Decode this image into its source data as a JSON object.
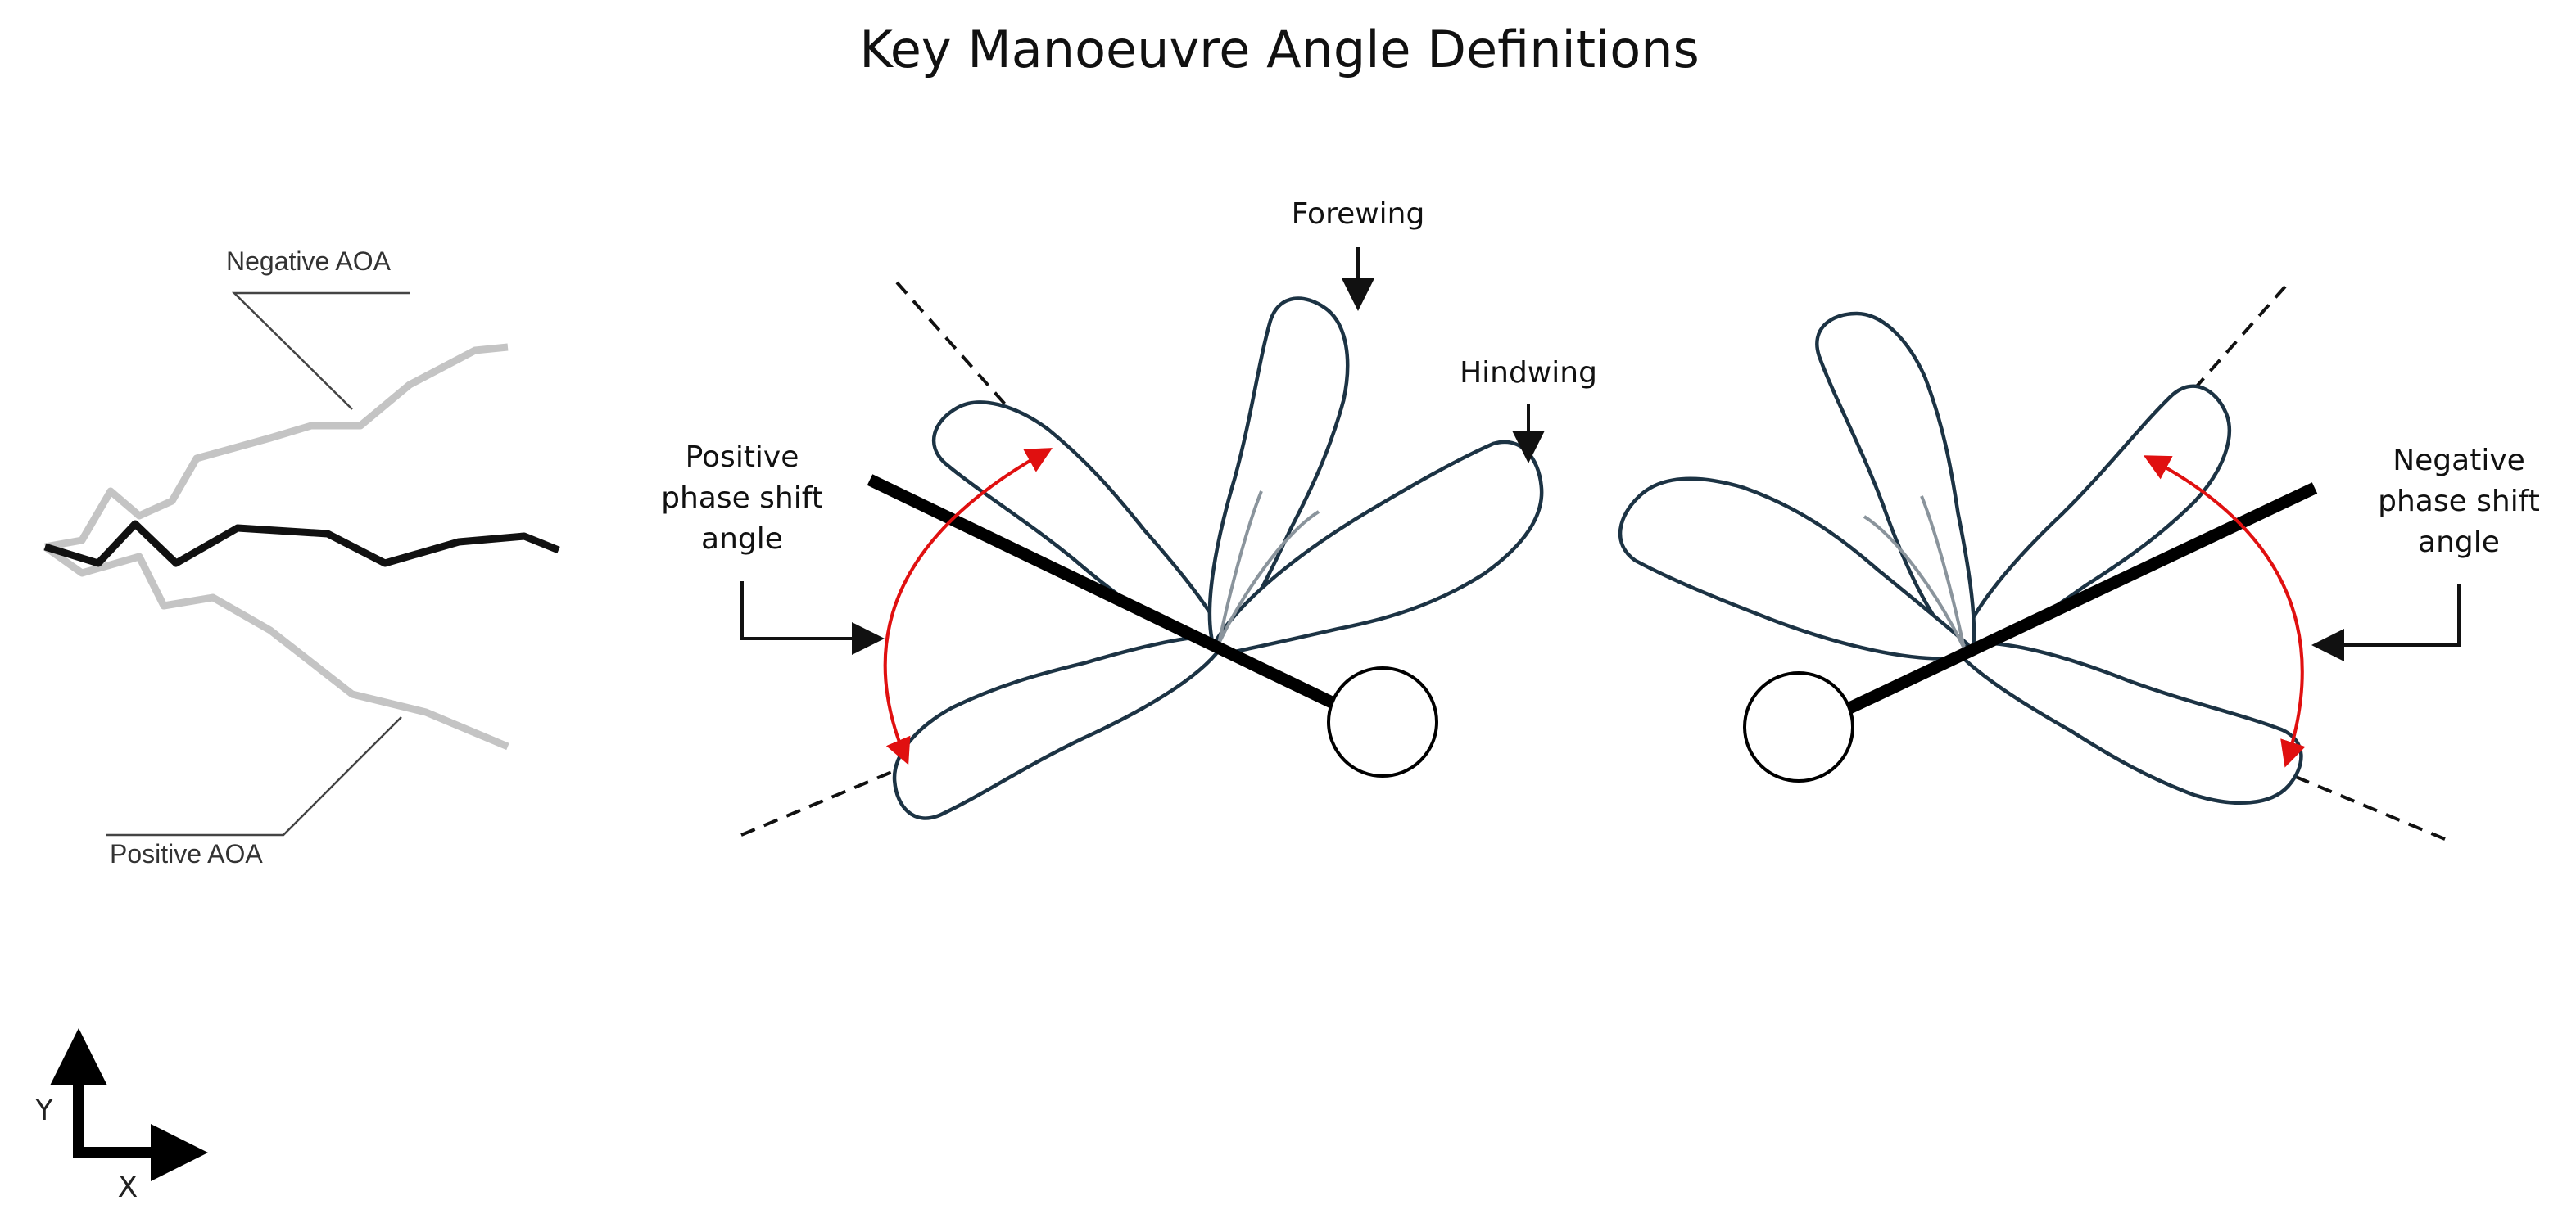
{
  "title": "Key Manoeuvre Angle Definitions",
  "aoa_panel": {
    "negative_label": "Negative AOA",
    "positive_label": "Positive AOA"
  },
  "left_wing_diagram": {
    "forewing_label": "Forewing",
    "hindwing_label": "Hindwing",
    "angle_label_lines": [
      "Positive",
      "phase shift",
      "angle"
    ]
  },
  "right_wing_diagram": {
    "angle_label_lines": [
      "Negative",
      "phase shift",
      "angle"
    ]
  },
  "axes_indicator": {
    "y_label": "Y",
    "x_label": "X"
  },
  "colors": {
    "wing_outline": "#1c3344",
    "angle_arrow": "#e01010",
    "body_line": "#000000",
    "aoa_trace_neutral": "#111111",
    "aoa_trace_offset": "#c4c4c4"
  },
  "icons": {
    "axes": "xy-axes-icon"
  }
}
